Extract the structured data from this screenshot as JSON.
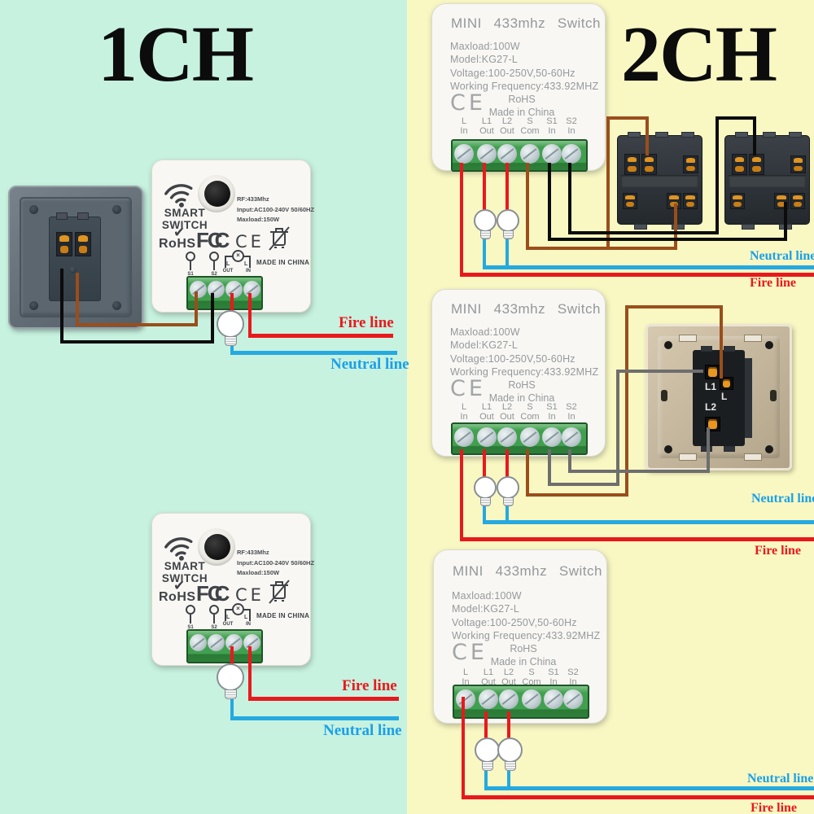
{
  "left_panel": {
    "title": "1CH",
    "bg_color": "#c7f2e0"
  },
  "right_panel": {
    "title": "2CH",
    "bg_color": "#f9f8c3"
  },
  "wire_labels": {
    "fire": "Fire line",
    "neutral": "Neutral line"
  },
  "smart_module": {
    "brand_line1": "SMART",
    "brand_line2": "SWITCH",
    "spec_lines": [
      "RF:433Mhz",
      "Input:AC100-240V 50/60HZ",
      "Maxload:150W"
    ],
    "rohs_check": "✔",
    "rohs": "RoHS",
    "fcc_f": "F",
    "fcc_c": "C",
    "ce": "CE",
    "made_in": "MADE IN CHINA",
    "pin_labels": [
      "S1",
      "S2",
      "OUT",
      "IN"
    ],
    "l_mark_left": "L",
    "l_mark_right": "L",
    "bulb_glyph": "×"
  },
  "mini_module": {
    "brand": "MINI",
    "freq": "433mhz",
    "type": "Switch",
    "spec_lines": [
      "Maxload:100W",
      "Model:KG27-L",
      "Voltage:100-250V,50-60Hz",
      "Working Frequency:433.92MHZ"
    ],
    "ce": "CE",
    "rohs": "RoHS",
    "made_in": "Made in China",
    "terminals": [
      {
        "top": "L",
        "bottom": "In"
      },
      {
        "top": "L1",
        "bottom": "Out"
      },
      {
        "top": "L2",
        "bottom": "Out"
      },
      {
        "top": "S",
        "bottom": "Com"
      },
      {
        "top": "S1",
        "bottom": "In"
      },
      {
        "top": "S2",
        "bottom": "In"
      }
    ]
  },
  "wall_panel": {
    "terminal_labels": [
      "L1",
      "L",
      "L2"
    ]
  },
  "colors": {
    "fire_line": "#e8191d",
    "neutral_line": "#25a9e0",
    "brown_wire": "#9a4e1c",
    "black_wire": "#0c0c0c",
    "gray_wire": "#6e6e6e",
    "terminal_green": "#41a04f"
  }
}
